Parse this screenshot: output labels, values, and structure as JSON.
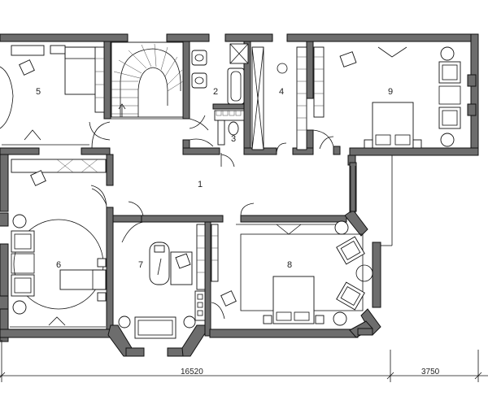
{
  "rooms": [
    {
      "id": "room-1",
      "label": "1"
    },
    {
      "id": "room-2",
      "label": "2"
    },
    {
      "id": "room-3",
      "label": "3"
    },
    {
      "id": "room-4",
      "label": "4"
    },
    {
      "id": "room-5",
      "label": "5"
    },
    {
      "id": "room-6",
      "label": "6"
    },
    {
      "id": "room-7",
      "label": "7"
    },
    {
      "id": "room-8",
      "label": "8"
    },
    {
      "id": "room-9",
      "label": "9"
    }
  ],
  "dimensions": {
    "main_width": "16520",
    "side_width": "3750"
  }
}
